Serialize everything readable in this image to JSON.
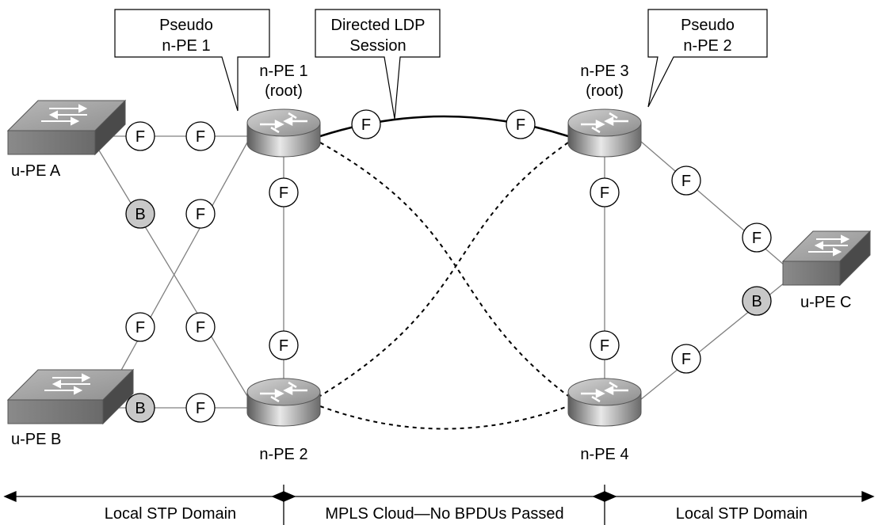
{
  "callouts": {
    "pseudo_npe1": [
      "Pseudo",
      "n-PE 1"
    ],
    "ldp": [
      "Directed LDP",
      "Session"
    ],
    "pseudo_npe2": [
      "Pseudo",
      "n-PE 2"
    ]
  },
  "routers": {
    "npe1": [
      "n-PE 1",
      "(root)"
    ],
    "npe3": [
      "n-PE 3",
      "(root)"
    ],
    "npe2": "n-PE 2",
    "npe4": "n-PE 4"
  },
  "switches": {
    "upea": "u-PE A",
    "upeb": "u-PE B",
    "upec": "u-PE C"
  },
  "port_states": {
    "forwarding": "F",
    "blocking": "B"
  },
  "domains": {
    "left": "Local STP Domain",
    "middle": "MPLS Cloud—No BPDUs Passed",
    "right": "Local STP Domain"
  },
  "colors": {
    "forwarding_fill": "#ffffff",
    "blocking_fill": "#c8c8c8",
    "link": "#808080"
  }
}
